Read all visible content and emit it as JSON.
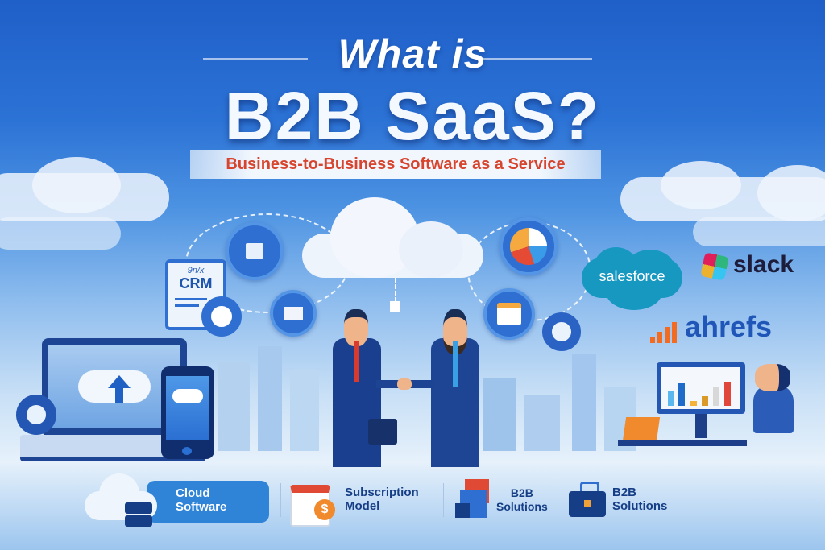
{
  "title": {
    "line1": "What is",
    "line2": "B2B SaaS?",
    "subtitle": "Business-to-Business Software as a Service"
  },
  "illustration": {
    "crm_card": {
      "scribble": "9n/x",
      "label": "CRM"
    },
    "icons": [
      "documents-icon",
      "email-icon",
      "pie-chart-icon",
      "calendar-chat-icon",
      "gear-icon",
      "cloud-icon"
    ],
    "scene": [
      "laptop-cloud-upload",
      "phone-cloud-upload",
      "businessmen-handshake",
      "woman-at-computer-chart"
    ]
  },
  "brands": [
    {
      "name": "salesforce",
      "color": "#1798c1"
    },
    {
      "name": "slack",
      "color": "#1d1c3a"
    },
    {
      "name": "ahrefs",
      "color": "#1f56b8"
    }
  ],
  "features": [
    {
      "line1": "Cloud",
      "line2": "Software",
      "icon": "cloud-server-icon"
    },
    {
      "line1": "Subscription",
      "line2": "Model",
      "icon": "calendar-dollar-icon"
    },
    {
      "line1": "B2B",
      "line2": "Solutions",
      "icon": "office-building-icon"
    },
    {
      "line1": "B2B",
      "line2": "Solutions",
      "icon": "briefcase-icon"
    }
  ],
  "colors": {
    "primary_blue": "#2f6fd1",
    "accent_red": "#d8452e",
    "navy": "#163e86",
    "orange": "#f08a2c"
  }
}
